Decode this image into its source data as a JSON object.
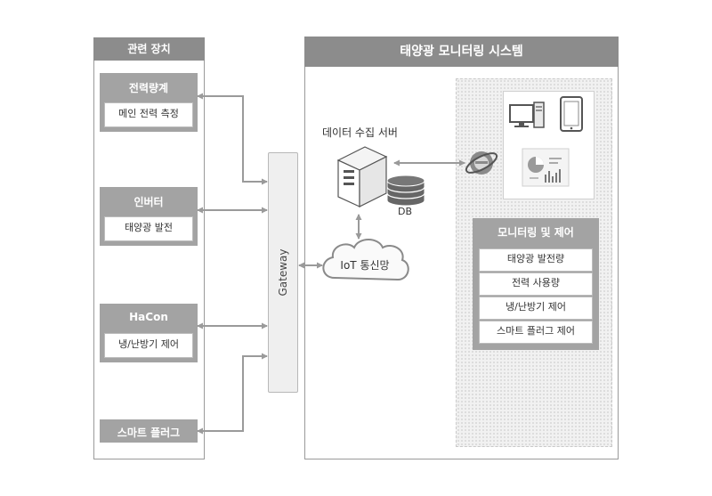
{
  "left_panel": {
    "title": "관련 장치"
  },
  "devices": [
    {
      "title": "전력량계",
      "sub": "메인 전력 측정"
    },
    {
      "title": "인버터",
      "sub": "태양광 발전"
    },
    {
      "title": "HaCon",
      "sub": "냉/난방기 제어"
    },
    {
      "title": "스마트 플러그",
      "sub": ""
    }
  ],
  "gateway": {
    "label": "Gateway"
  },
  "system": {
    "title": "태양광 모니터링 시스템",
    "server_label": "데이터 수집 서버",
    "db_label": "DB",
    "cloud_label": "IoT 통신망",
    "monitor_title": "모니터링 및 제어",
    "monitor_items": [
      "태양광 발전량",
      "전력 사용량",
      "냉/난방기 제어",
      "스마트 플러그 제어"
    ]
  },
  "icons": [
    "server-icon",
    "database-icon",
    "cloud-icon",
    "browser-globe-icon",
    "desktop-pc-icon",
    "tablet-icon",
    "dashboard-chart-icon"
  ],
  "colors": {
    "header": "#8c8c8c",
    "box": "#a3a3a3",
    "arrow": "#9a9a9a"
  }
}
